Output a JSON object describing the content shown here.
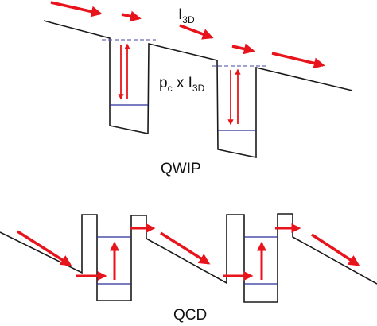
{
  "colors": {
    "band": "#1a1a1a",
    "arrow": "#e8141c",
    "level": "#2b2f9a",
    "fermi": "#6a6ab8"
  },
  "labels": {
    "i3d_main": "I",
    "i3d_sub": "3D",
    "pc_main": "p",
    "pc_sub": "c",
    "pc_mid": " x I",
    "pc_sub2": "3D",
    "qwip": "QWIP",
    "qcd": "QCD"
  }
}
